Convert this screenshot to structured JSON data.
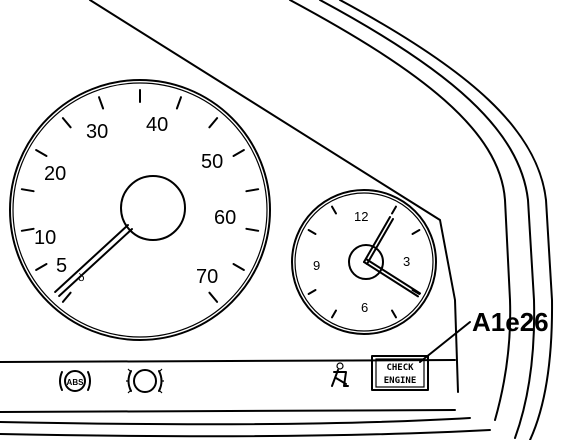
{
  "speedometer": {
    "labels": [
      {
        "value": "5"
      },
      {
        "value": "10"
      },
      {
        "value": "20"
      },
      {
        "value": "30"
      },
      {
        "value": "40"
      },
      {
        "value": "50"
      },
      {
        "value": "60"
      },
      {
        "value": "70"
      }
    ],
    "needle_value": 5
  },
  "clock": {
    "labels": [
      {
        "value": "12"
      },
      {
        "value": "3"
      },
      {
        "value": "6"
      },
      {
        "value": "9"
      }
    ],
    "hour": 4,
    "minute": 5
  },
  "indicators": {
    "abs_label": "ABS",
    "check_engine_line1": "CHECK",
    "check_engine_line2": "ENGINE"
  },
  "callout": {
    "label": "A1e26"
  }
}
